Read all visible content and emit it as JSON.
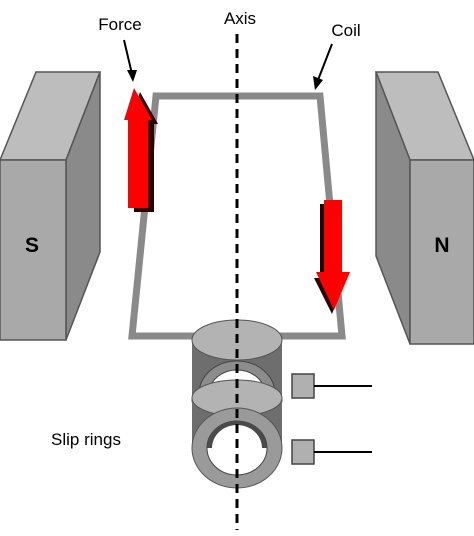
{
  "labels": {
    "force": "Force",
    "axis": "Axis",
    "coil": "Coil",
    "slip_rings": "Slip rings"
  },
  "magnets": {
    "left_pole": "S",
    "right_pole": "N"
  },
  "colors": {
    "background": "#ffffff",
    "magnet_front": "#a9a9a9",
    "magnet_side": "#8a8a8a",
    "magnet_top": "#bdbdbd",
    "coil": "#8a8a8a",
    "force_arrow": "#ff0000",
    "force_arrow_shadow": "#2a0000",
    "ring": "#8c8c8c",
    "ring_inner": "#3a3a3a",
    "axis": "#000000",
    "brush": "#b0b0b0"
  },
  "icons": {
    "force_arrow_up": "red-up-arrow",
    "force_arrow_down": "red-down-arrow",
    "pointer_force": "black-pointer-arrow",
    "pointer_coil": "black-pointer-arrow"
  }
}
